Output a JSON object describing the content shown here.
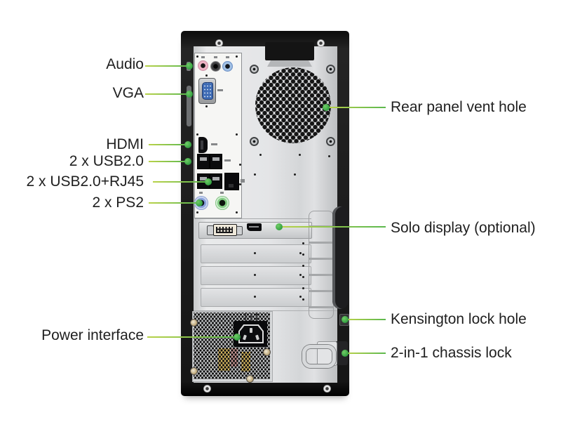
{
  "figure": {
    "type": "hardware-callout-diagram",
    "subject": "Desktop tower rear panel with labeled ports and features"
  },
  "colors": {
    "callout_line": "#8cc63f",
    "callout_dot": "#3aa845",
    "label_text": "#1f1f1f",
    "chassis_black": "#1b1b1b",
    "panel_gray": "#e0e1e3"
  },
  "callouts_left": [
    {
      "label": "Audio"
    },
    {
      "label": "VGA"
    },
    {
      "label": "HDMI"
    },
    {
      "label": "2 x USB2.0"
    },
    {
      "label": "2 x USB2.0+RJ45"
    },
    {
      "label": "2 x PS2"
    },
    {
      "label": "Power interface"
    }
  ],
  "callouts_right": [
    {
      "label": "Rear panel vent hole"
    },
    {
      "label": "Solo display (optional)"
    },
    {
      "label": "Kensington lock hole"
    },
    {
      "label": "2-in-1 chassis lock"
    }
  ],
  "depicted_ports": [
    "audio-jack-pink",
    "audio-jack-black",
    "audio-jack-blue",
    "vga-port",
    "hdmi-port",
    "usb2-ports-x4",
    "rj45-port",
    "ps2-port-blue",
    "ps2-port-green",
    "dvi-port",
    "displayport",
    "ac-power-inlet",
    "fan-vent",
    "kensington-lock-hole",
    "chassis-lock-hasp"
  ]
}
